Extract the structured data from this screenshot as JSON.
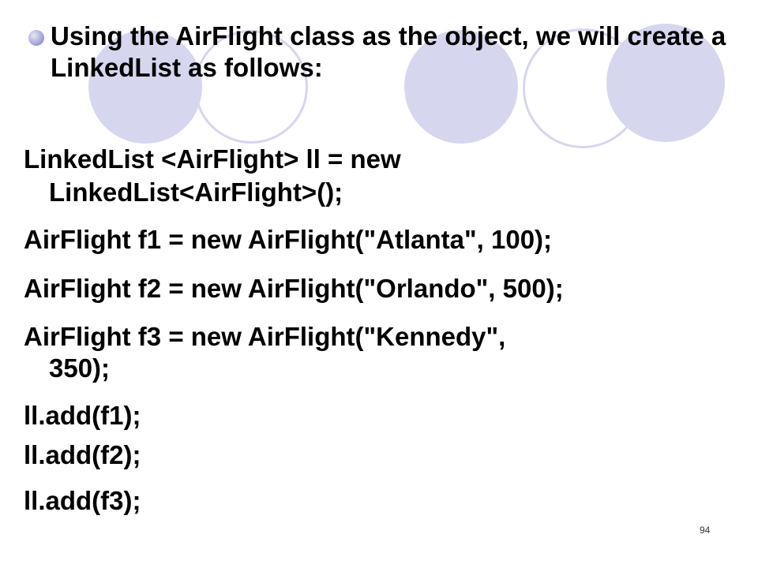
{
  "slide": {
    "bullet": "Using the AirFlight class as the object, we will create a LinkedList as follows:",
    "code": {
      "l1a": "LinkedList <AirFlight> ll = new",
      "l1b": "LinkedList<AirFlight>();",
      "l2": "AirFlight f1 = new AirFlight(\"Atlanta\", 100);",
      "l3": "AirFlight f2 = new AirFlight(\"Orlando\", 500);",
      "l4a": "AirFlight f3 = new AirFlight(\"Kennedy\",",
      "l4b": "350);",
      "l5": "ll.add(f1);",
      "l6": "ll.add(f2);",
      "l7": "ll.add(f3);"
    },
    "page_number": "94"
  },
  "colors": {
    "decor": "#d6d6ef",
    "text": "#000000"
  }
}
